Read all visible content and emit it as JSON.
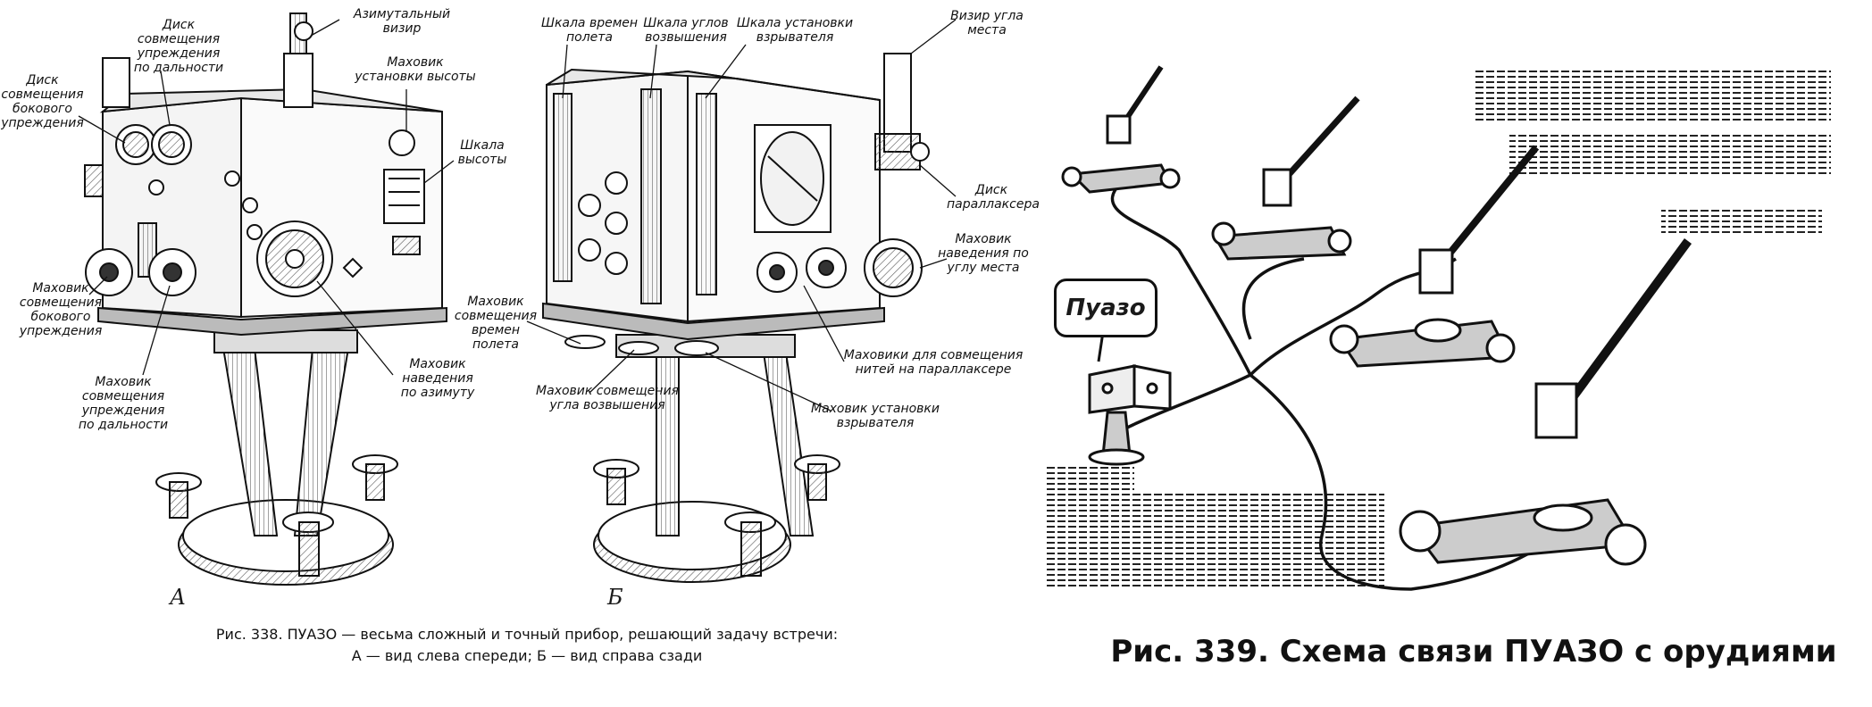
{
  "figure338": {
    "caption_line1": "Рис. 338. ПУАЗО — весьма сложный и точный прибор, решающий задачу встречи:",
    "caption_line2": "А — вид слева спереди; Б — вид справа сзади",
    "view_a": "А",
    "view_b": "Б",
    "labels_a": {
      "azimuth_sight": "Азимутальный\nвизир",
      "range_disk": "Диск\nсовмещения\nупреждения\nпо дальности",
      "lateral_disk": "Диск\nсовмещения\nбокового\nупреждения",
      "height_wheel": "Маховик\nустановки высоты",
      "height_scale": "Шкала\nвысоты",
      "lateral_wheel": "Маховик\nсовмещения\nбокового\nупреждения",
      "range_wheel": "Маховик\nсовмещения\nупреждения\nпо дальности",
      "azimuth_wheel": "Маховик\nнаведения\nпо азимуту"
    },
    "labels_b": {
      "flight_time_scale": "Шкала времен\nполета",
      "elevation_scale": "Шкала углов\nвозвышения",
      "fuse_scale": "Шкала установки\nвзрывателя",
      "site_sight": "Визир угла\nместа",
      "parallax_disk": "Диск\nпараллаксера",
      "site_wheel": "Маховик\nнаведения по\nуглу места",
      "flight_time_wheel": "Маховик\nсовмещения\nвремен полета",
      "parallax_wheels": "Маховики для совмещения\nнитей на параллаксере",
      "elevation_wheel": "Маховик совмещения\nугла возвышения",
      "fuse_wheel": "Маховик установки\nвзрывателя"
    }
  },
  "figure339": {
    "caption": "Рис. 339. Схема связи ПУАЗО с орудиями",
    "puazo_label": "Пуазо"
  }
}
